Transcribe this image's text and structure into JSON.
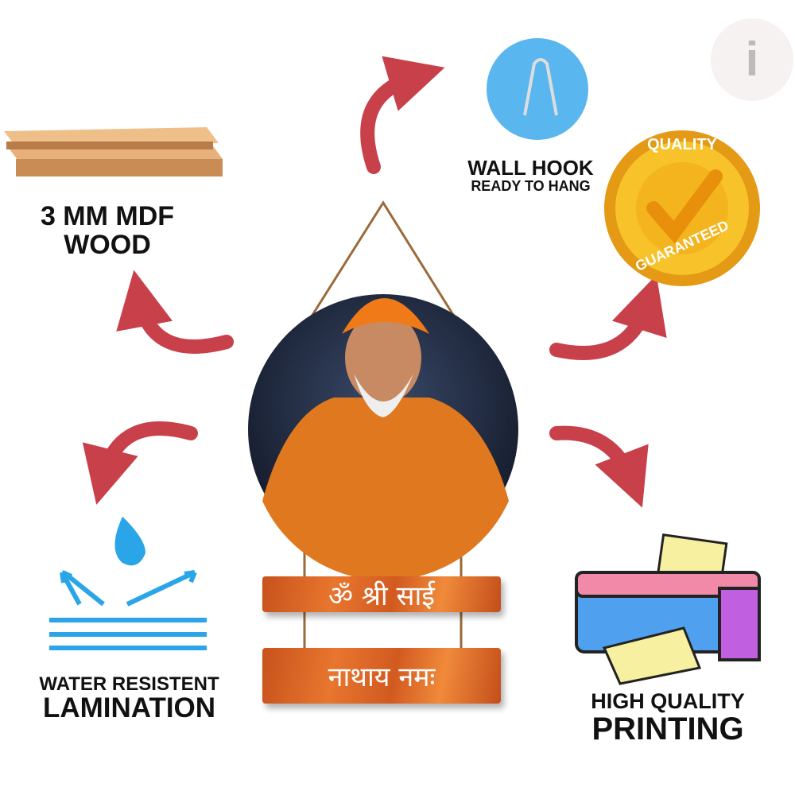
{
  "features": {
    "wood": {
      "line1": "3 MM MDF",
      "line2": "WOOD"
    },
    "hook": {
      "title": "WALL HOOK",
      "subtitle": "READY TO HANG"
    },
    "badge": {
      "top": "QUALITY",
      "bottom": "GUARANTEED"
    },
    "water": {
      "line1": "WATER RESISTENT",
      "line2": "LAMINATION"
    },
    "print": {
      "line1": "HIGH QUALITY",
      "line2": "PRINTING"
    }
  },
  "product": {
    "plank1": "ॐ श्री साई",
    "plank2": "नाथाय नमः"
  },
  "logo": {
    "letter": "i"
  },
  "colors": {
    "arrow": "#c8404a",
    "badge": "#f2b21c",
    "hook": "#5ab6ee",
    "water": "#2aa6e8"
  }
}
